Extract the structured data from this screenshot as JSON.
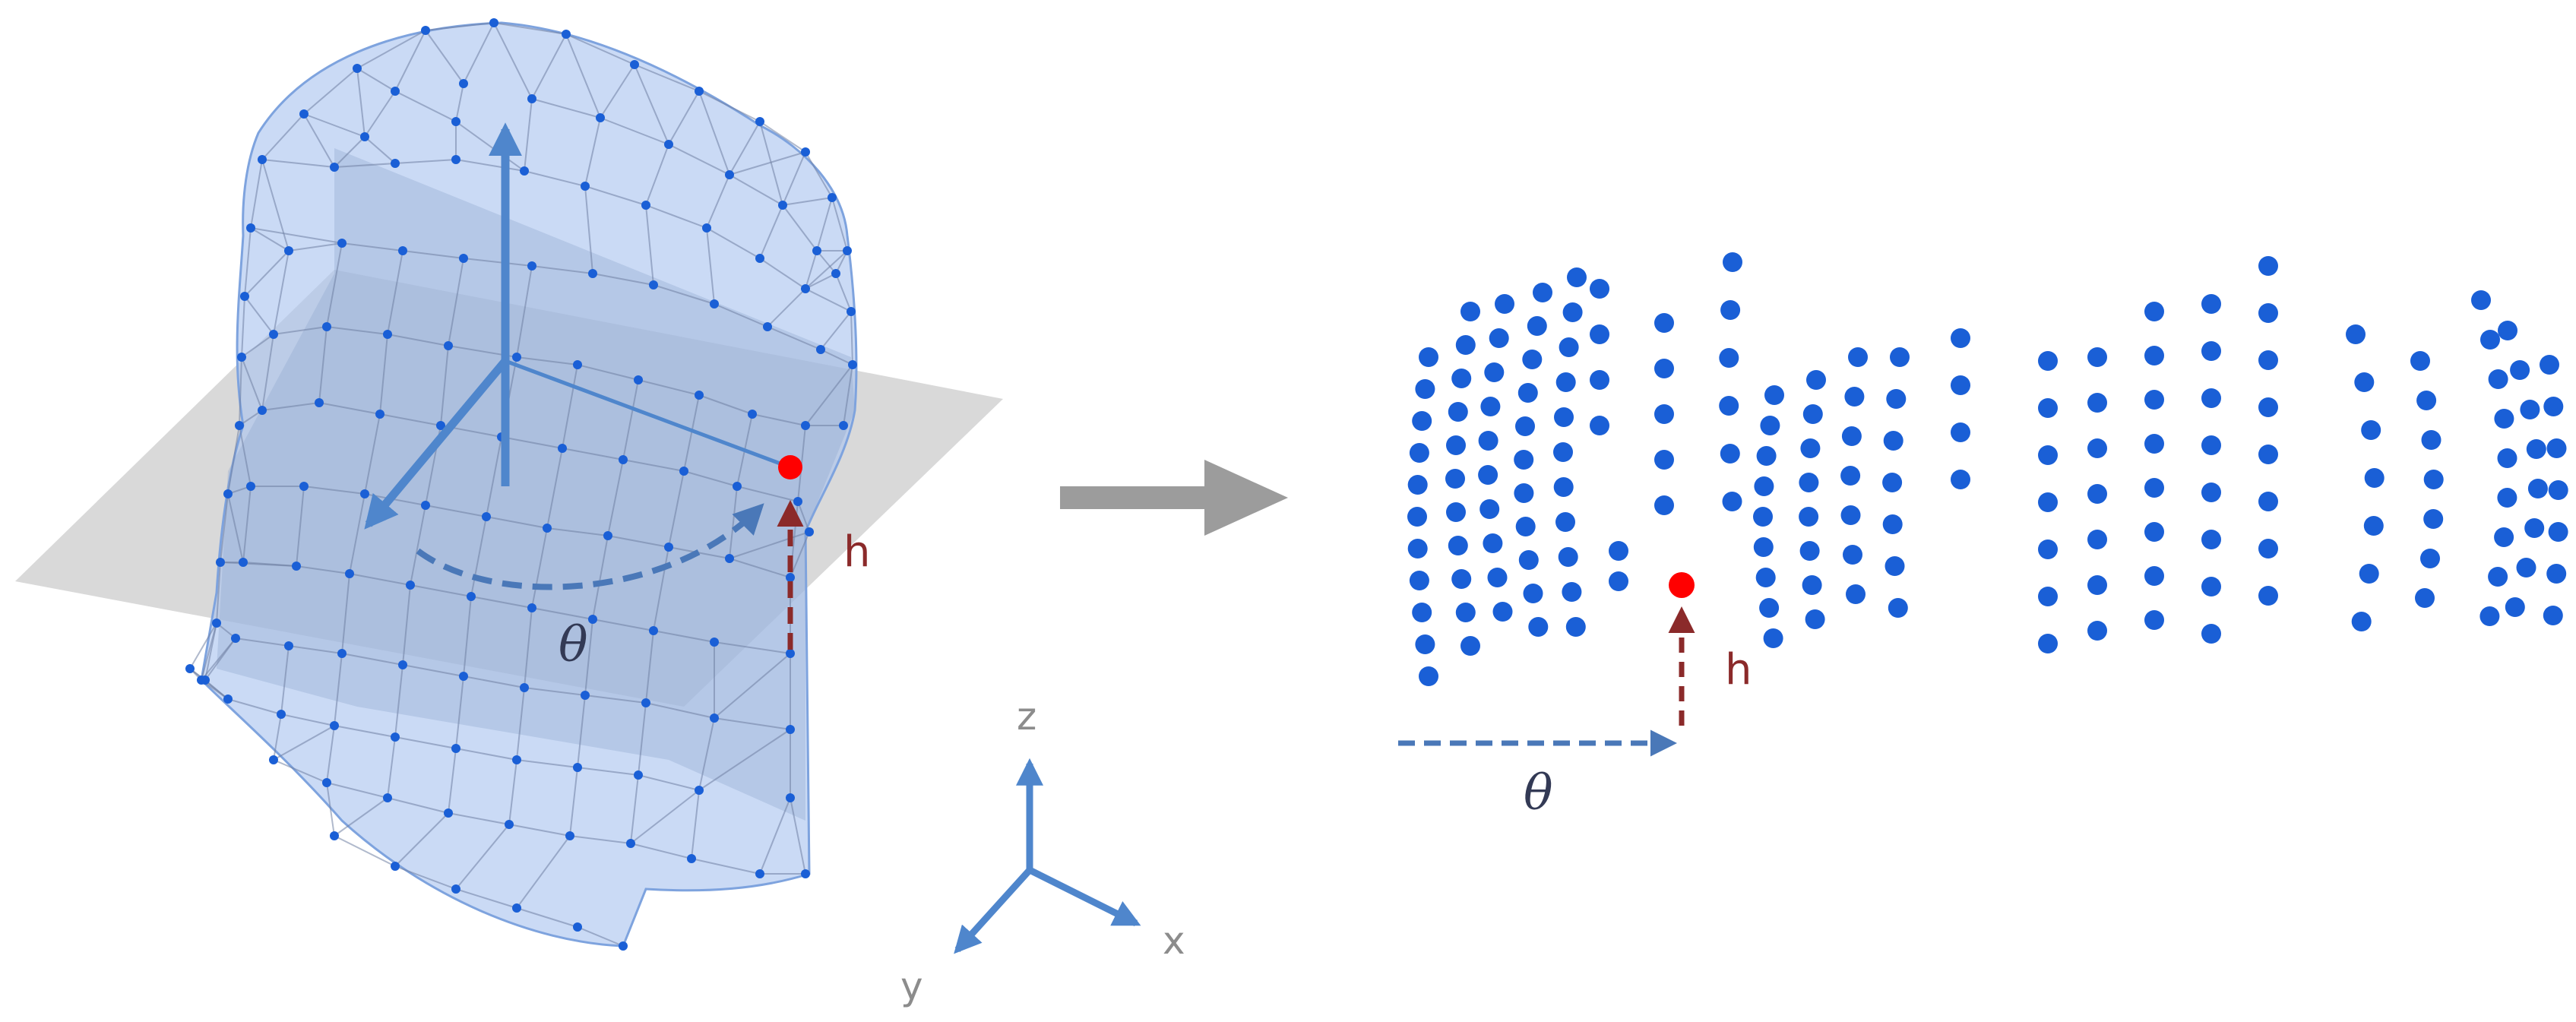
{
  "figure": {
    "head_panel": {
      "height_label": "h",
      "angle_label": "θ"
    },
    "axes_gizmo": {
      "x_label": "x",
      "y_label": "y",
      "z_label": "z"
    },
    "unwrapped_panel": {
      "height_label": "h",
      "angle_label": "θ"
    },
    "colors": {
      "point": "#1a5fd6",
      "highlight_point": "#ff0000",
      "mesh_fill": "#a9c4ef",
      "plane_fill": "#d2d2d2",
      "axis_arrow": "#4f86cc",
      "height_arrow": "#8b2a2a",
      "transform_arrow": "#9c9c9c",
      "gizmo_label": "#8c8c8c"
    }
  }
}
